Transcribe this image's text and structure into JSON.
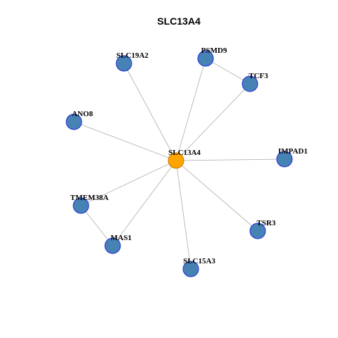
{
  "title": "SLC13A4",
  "colors": {
    "hub_fill": "#ffa500",
    "hub_stroke": "#c07800",
    "node_fill": "#4682b4",
    "node_stroke": "#1f2bd6",
    "edge": "#b4b4b4"
  },
  "nodes": [
    {
      "id": "SLC13A4",
      "label": "SLC13A4",
      "hub": true
    },
    {
      "id": "SLC19A2",
      "label": "SLC19A2"
    },
    {
      "id": "PSMD9",
      "label": "PSMD9"
    },
    {
      "id": "TCF3",
      "label": "TCF3"
    },
    {
      "id": "ANO8",
      "label": "ANO8"
    },
    {
      "id": "IMPAD1",
      "label": "IMPAD1"
    },
    {
      "id": "TMEM38A",
      "label": "TMEM38A"
    },
    {
      "id": "TSR3",
      "label": "TSR3"
    },
    {
      "id": "MAS1",
      "label": "MAS1"
    },
    {
      "id": "SLC15A3",
      "label": "SLC15A3"
    }
  ],
  "edges": [
    [
      "SLC13A4",
      "SLC19A2"
    ],
    [
      "SLC13A4",
      "PSMD9"
    ],
    [
      "SLC13A4",
      "TCF3"
    ],
    [
      "SLC13A4",
      "ANO8"
    ],
    [
      "SLC13A4",
      "IMPAD1"
    ],
    [
      "SLC13A4",
      "TMEM38A"
    ],
    [
      "SLC13A4",
      "TSR3"
    ],
    [
      "SLC13A4",
      "MAS1"
    ],
    [
      "SLC13A4",
      "SLC15A3"
    ],
    [
      "PSMD9",
      "TCF3"
    ],
    [
      "TMEM38A",
      "MAS1"
    ]
  ]
}
